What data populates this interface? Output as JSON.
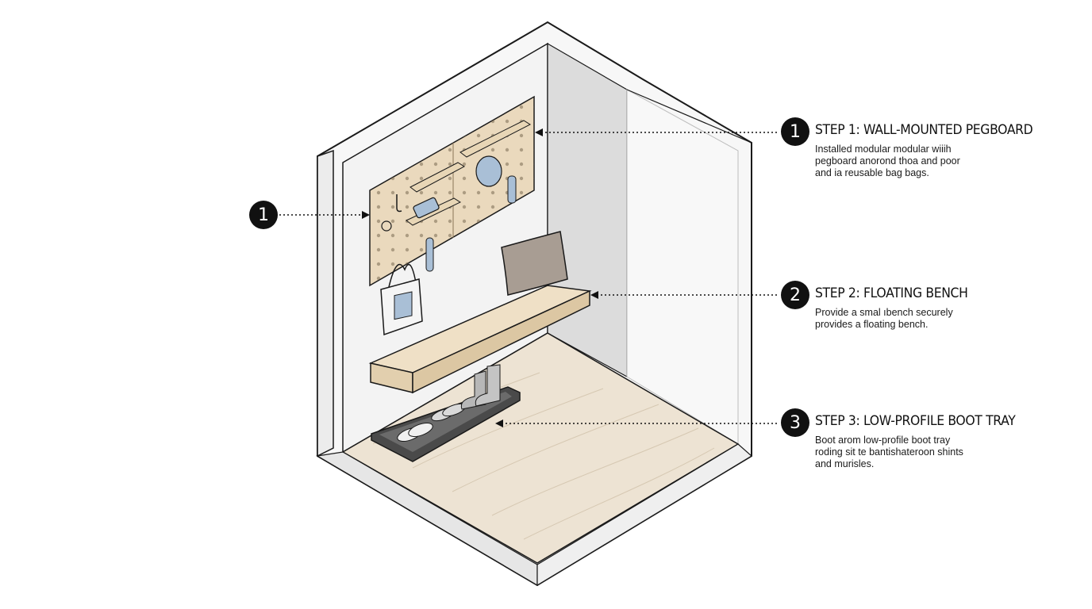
{
  "callouts": {
    "left_badge": "1",
    "steps": [
      {
        "number": "1",
        "title": "STEP 1: WALL-MOUNTED PEGBOARD",
        "description": "Installed modular modular wiiih\npegboard anorond thoa and poor\nand ia reusable bag bags."
      },
      {
        "number": "2",
        "title": "STEP 2: FLOATING BENCH",
        "description": "Provide a smal ıbench securely\nprovides a floating bench."
      },
      {
        "number": "3",
        "title": "STEP 3: LOW-PROFILE BOOT TRAY",
        "description": "Boot arom low-profile boot tray\nroding sit te bantishateroon shints\nand murisles."
      }
    ]
  },
  "colors": {
    "outline": "#1a1a1a",
    "wood": "#ead9bd",
    "floor": "#ece3d5",
    "wall": "#f2f2f2",
    "side_wall": "#d9d9d9",
    "badge": "#111111"
  }
}
